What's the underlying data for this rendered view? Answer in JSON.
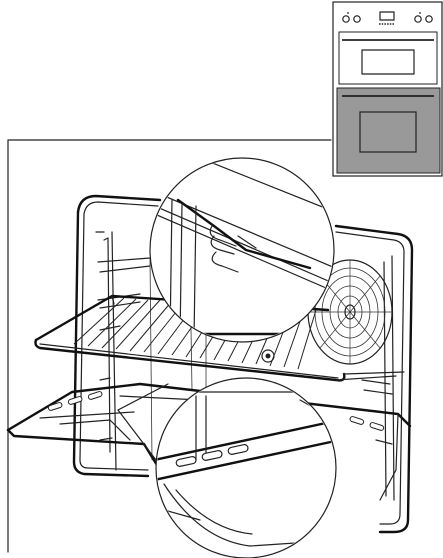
{
  "figure": {
    "subject": "oven-cavity-with-wire-shelf-and-tray",
    "icon_names": [
      "double-oven-indicator-icon",
      "wire-shelf-detail-magnifier",
      "tray-detail-magnifier"
    ],
    "colors": {
      "line": "#222222",
      "background": "#ffffff",
      "lower_oven_highlight": "#999999",
      "upper_oven_fill": "#ffffff"
    },
    "highlighted_oven": "lower"
  }
}
